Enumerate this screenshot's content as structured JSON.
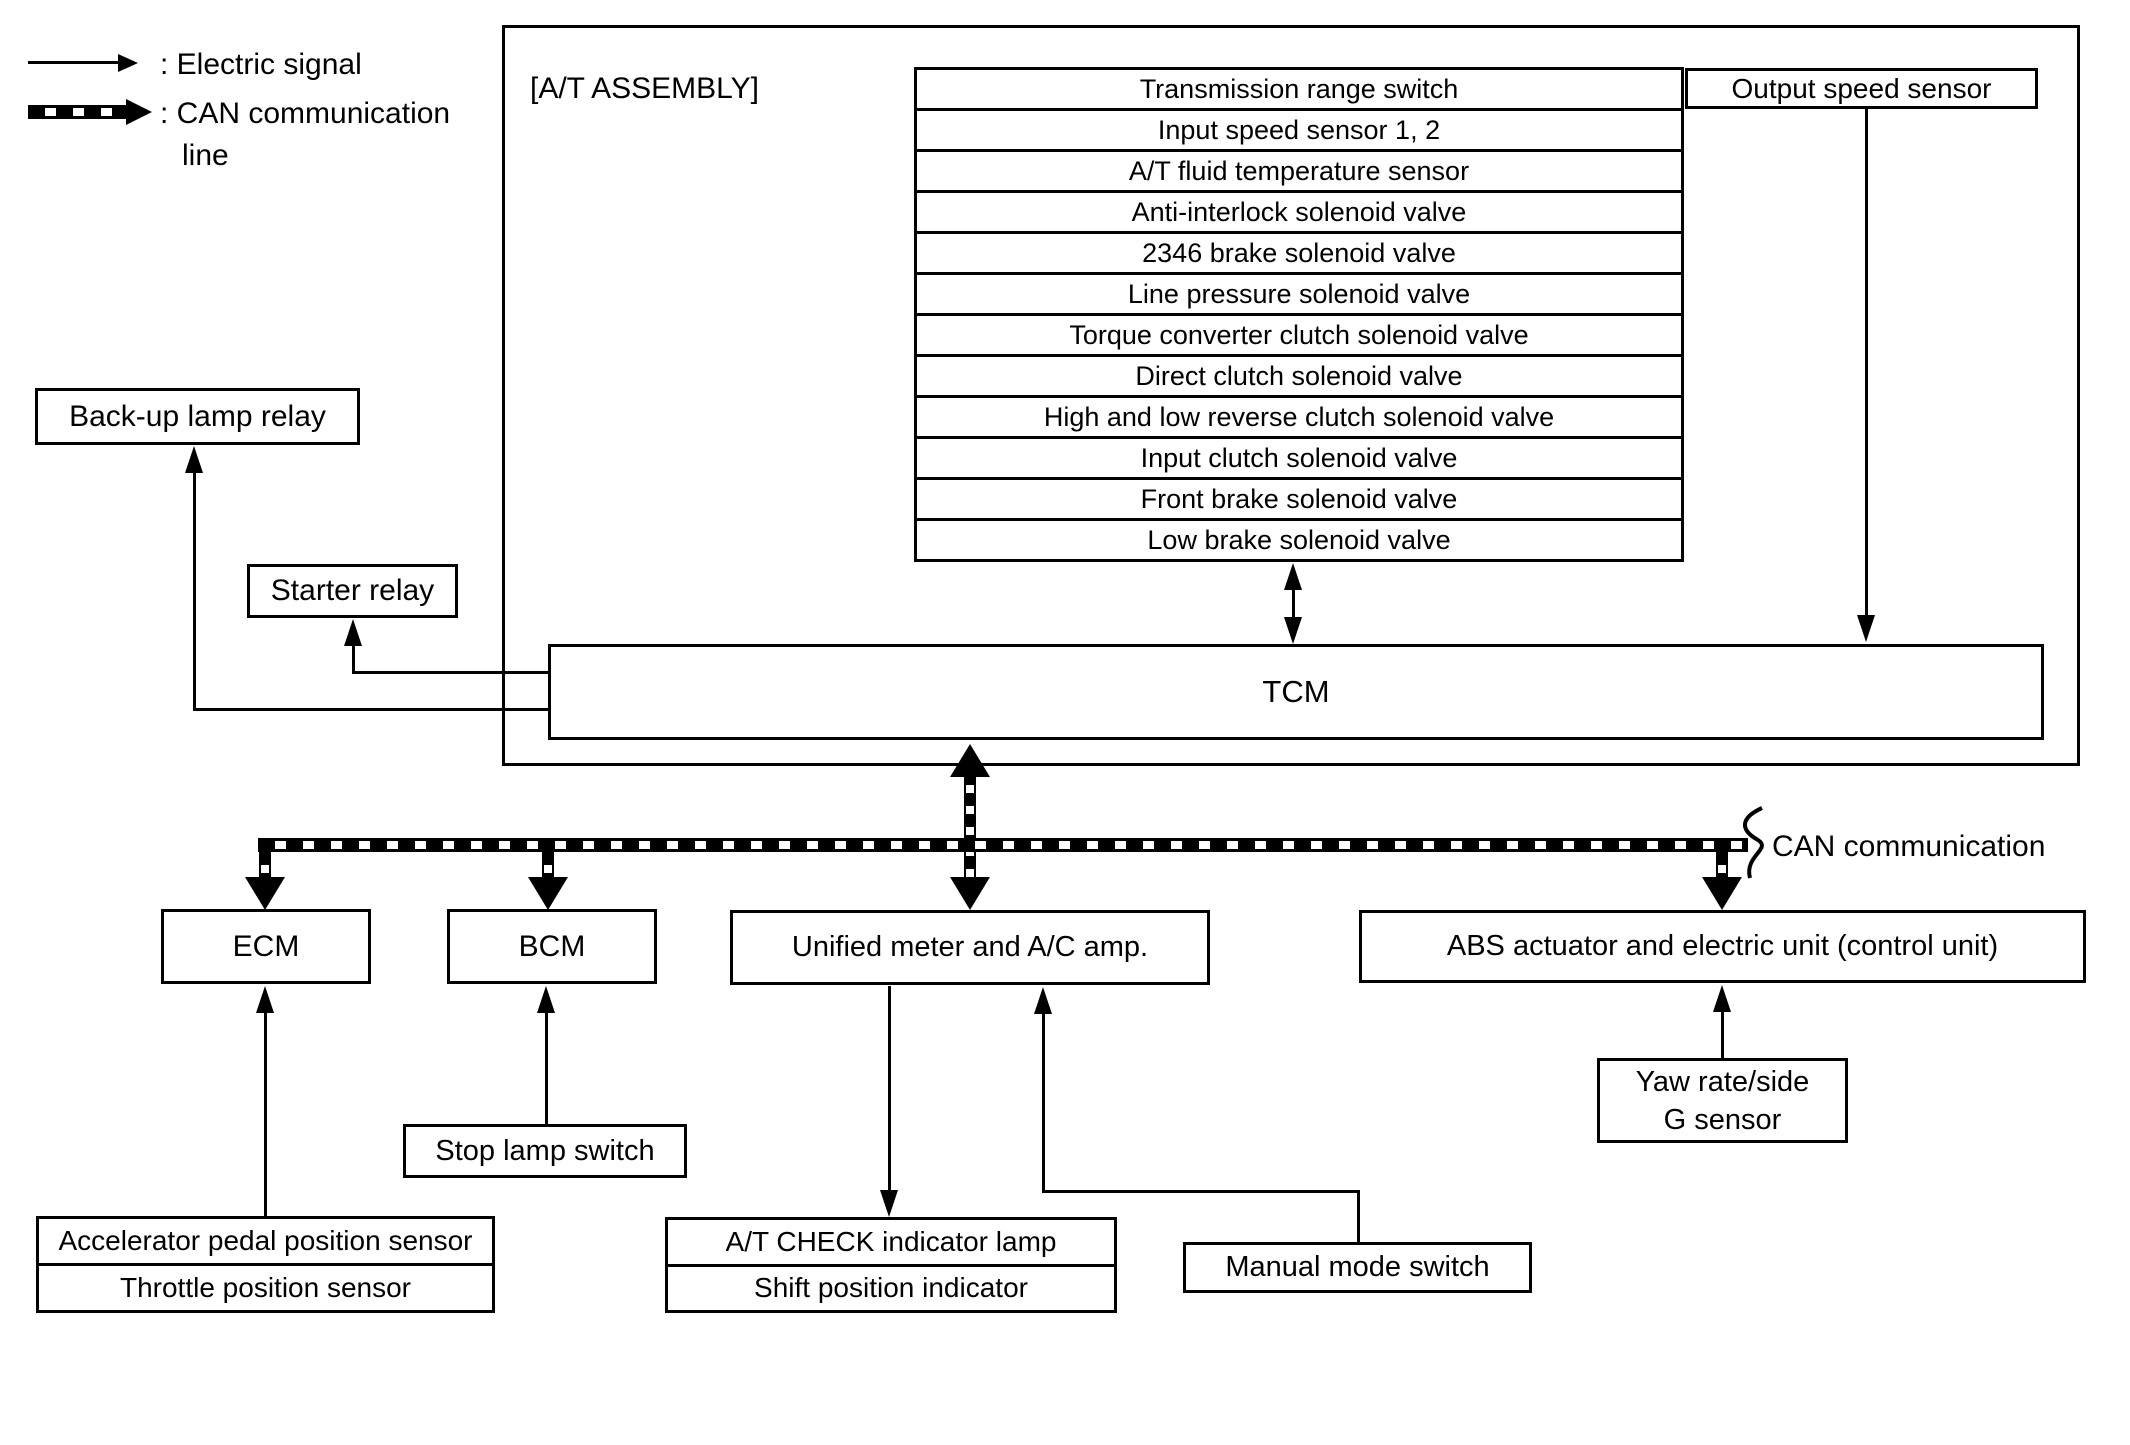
{
  "legend": {
    "electric_label": ": Electric signal",
    "can_label_line1": ": CAN communication",
    "can_label_line2": "line"
  },
  "assembly": {
    "title": "[A/T ASSEMBLY]",
    "tcm_label": "TCM",
    "components": [
      "Transmission range switch",
      "Input speed sensor 1, 2",
      "A/T fluid temperature sensor",
      "Anti-interlock solenoid valve",
      "2346 brake solenoid valve",
      "Line pressure solenoid valve",
      "Torque converter clutch solenoid valve",
      "Direct clutch solenoid valve",
      "High and low reverse clutch solenoid valve",
      "Input clutch solenoid valve",
      "Front brake solenoid valve",
      "Low brake solenoid valve"
    ]
  },
  "output_speed_sensor_label": "Output speed sensor",
  "backup_lamp_relay_label": "Back-up lamp relay",
  "starter_relay_label": "Starter relay",
  "can_bus_label": "CAN communication",
  "modules": {
    "ecm_label": "ECM",
    "bcm_label": "BCM",
    "unified_label": "Unified meter and A/C amp.",
    "abs_label": "ABS actuator and electric unit (control unit)"
  },
  "peripherals": {
    "stop_lamp_label": "Stop lamp switch",
    "accel_row1": "Accelerator pedal position sensor",
    "accel_row2": "Throttle position sensor",
    "at_check_row1": "A/T CHECK indicator lamp",
    "at_check_row2": "Shift position indicator",
    "manual_mode_label": "Manual mode switch",
    "yaw_line1": "Yaw rate/side",
    "yaw_line2": "G sensor"
  },
  "colors": {
    "line": "#000000",
    "background": "#ffffff"
  }
}
